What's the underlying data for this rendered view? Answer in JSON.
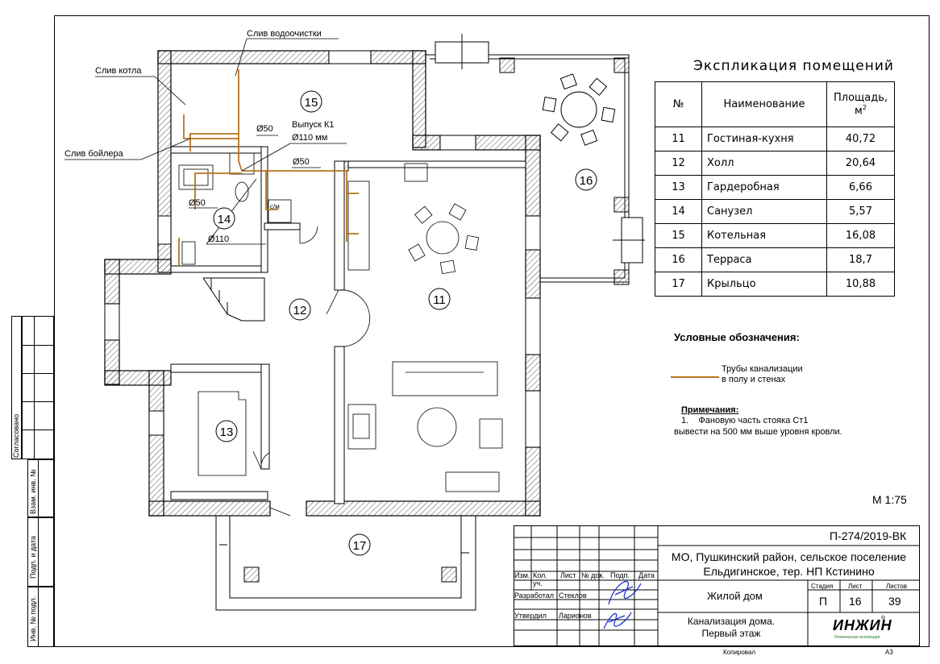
{
  "explication": {
    "title": "Экспликация помещений",
    "headers": {
      "num": "№",
      "name": "Наименование",
      "area": "Площадь, м",
      "area_sup": "2"
    },
    "rows": [
      {
        "num": "11",
        "name": "Гостиная-кухня",
        "area": "40,72"
      },
      {
        "num": "12",
        "name": "Холл",
        "area": "20,64"
      },
      {
        "num": "13",
        "name": "Гардеробная",
        "area": "6,66"
      },
      {
        "num": "14",
        "name": "Санузел",
        "area": "5,57"
      },
      {
        "num": "15",
        "name": "Котельная",
        "area": "16,08"
      },
      {
        "num": "16",
        "name": "Терраса",
        "area": "18,7"
      },
      {
        "num": "17",
        "name": "Крыльцо",
        "area": "10,88"
      }
    ]
  },
  "legend": {
    "title": "Условные обозначения:",
    "pipe_label_1": "Трубы канализации",
    "pipe_label_2": "в полу и стенах",
    "pipe_color": "#b5751f"
  },
  "notes": {
    "title": "Примечания:",
    "line1": "1.    Фановую часть стояка Ст1",
    "line2": "вывести на 500 мм выше уровня кровли."
  },
  "scale": "М 1:75",
  "plan": {
    "callouts": {
      "sliv_vodoochistki": "Слив водоочистки",
      "sliv_kotla": "Слив котла",
      "sliv_boylera": "Слив бойлера",
      "vypusk": "Выпуск К1",
      "vypusk_d": "Ø110 мм",
      "d50_a": "Ø50",
      "d50_b": "Ø50",
      "d50_c": "Ø50",
      "d110": "Ø110",
      "sm": "с/м"
    },
    "rooms": [
      "11",
      "12",
      "13",
      "14",
      "15",
      "16",
      "17"
    ]
  },
  "sidebar": {
    "soglasovano": "Согласовано",
    "vzam": "Взам. инв. №",
    "podp": "Подп. и дата",
    "inv": "Инв. № подл."
  },
  "titleblock": {
    "code": "П-274/2019-ВК",
    "address_line1": "МО, Пушкинский район, сельское поселение",
    "address_line2": "Ельдигинское, тер. НП Кстинино",
    "object": "Жилой дом",
    "sheet_title_1": "Канализация дома.",
    "sheet_title_2": "Первый этаж",
    "col_izm": "Изм.",
    "col_kol": "Кол. уч.",
    "col_list": "Лист",
    "col_ndok": "№ док.",
    "col_podp": "Подп.",
    "col_data": "Дата",
    "razrabotal": "Разработал",
    "razrabotal_name": "Стеклов",
    "utverdil": "Утвердил",
    "utverdil_name": "Ларионов",
    "stadia_h": "Стадия",
    "list_h": "Лист",
    "listov_h": "Листов",
    "stadia": "П",
    "list": "16",
    "listov": "39",
    "logo": "ИНЖИН",
    "logo_sub": "Инженерные инновации",
    "kopiroval": "Копировал",
    "format": "А3"
  }
}
